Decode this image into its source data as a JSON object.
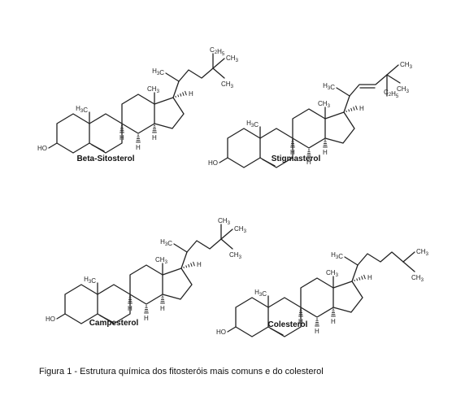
{
  "molecules": [
    {
      "name": "Beta-Sitosterol",
      "ring_methyl": "H3C",
      "chain_methyl": "CH3",
      "side_branch": "C2H5",
      "terminal": "CH3",
      "hydroxyl": "HO",
      "h": "H"
    },
    {
      "name": "Stigmasterol",
      "ring_methyl": "H3C",
      "chain_methyl": "CH3",
      "side_branch": "C2H5",
      "terminal": "CH3",
      "hydroxyl": "HO",
      "h": "H"
    },
    {
      "name": "Campesterol",
      "ring_methyl": "H3C",
      "chain_methyl": "CH3",
      "side_branch": "CH3",
      "terminal": "CH3",
      "hydroxyl": "HO",
      "h": "H"
    },
    {
      "name": "Colesterol",
      "ring_methyl": "H3C",
      "chain_methyl": "CH3",
      "side_branch": "",
      "terminal": "CH3",
      "hydroxyl": "HO",
      "h": "H"
    }
  ],
  "caption": "Figura 1 - Estrutura química dos fitosteróis mais comuns e do colesterol"
}
